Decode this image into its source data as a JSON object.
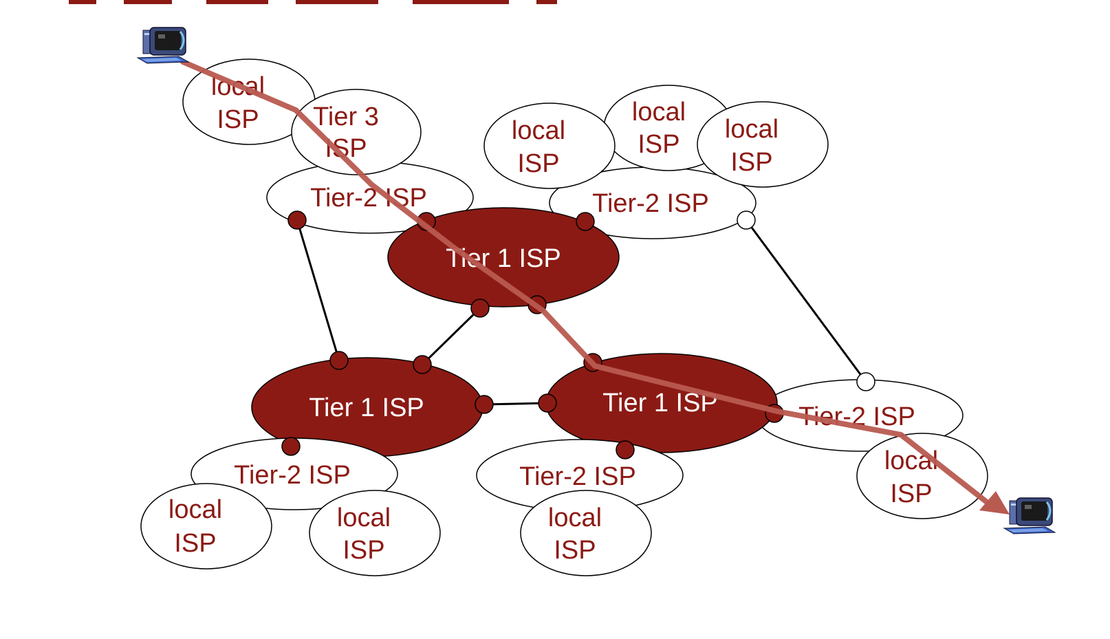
{
  "diagram": {
    "colors": {
      "tier1_fill": "#8b1a14",
      "label_dark_red": "#8b1a14",
      "label_white": "#ffffff",
      "route_arrow": "#b85a50",
      "outline": "#000000"
    },
    "nodes": {
      "local_isp_1": {
        "line1": "local",
        "line2": "ISP"
      },
      "tier3_isp": {
        "line1": "Tier 3",
        "line2": "ISP"
      },
      "tier2_isp_top_left": {
        "label": "Tier-2 ISP"
      },
      "local_isp_top_1": {
        "line1": "local",
        "line2": "ISP"
      },
      "local_isp_top_2": {
        "line1": "local",
        "line2": "ISP"
      },
      "local_isp_top_3": {
        "line1": "local",
        "line2": "ISP"
      },
      "tier2_isp_top_right": {
        "label": "Tier-2 ISP"
      },
      "tier1_isp_top": {
        "label": "Tier 1 ISP"
      },
      "tier1_isp_left": {
        "label": "Tier 1 ISP"
      },
      "tier1_isp_right": {
        "label": "Tier 1 ISP"
      },
      "tier2_isp_right": {
        "label": "Tier-2 ISP"
      },
      "local_isp_right": {
        "line1": "local",
        "line2": "ISP"
      },
      "tier2_isp_bottom_left": {
        "label": "Tier-2 ISP"
      },
      "local_isp_bottom_1": {
        "line1": "local",
        "line2": "ISP"
      },
      "local_isp_bottom_2": {
        "line1": "local",
        "line2": "ISP"
      },
      "tier2_isp_bottom_mid": {
        "label": "Tier-2 ISP"
      },
      "local_isp_bottom_3": {
        "line1": "local",
        "line2": "ISP"
      }
    },
    "icons": {
      "source": "computer-icon",
      "destination": "computer-icon"
    }
  }
}
